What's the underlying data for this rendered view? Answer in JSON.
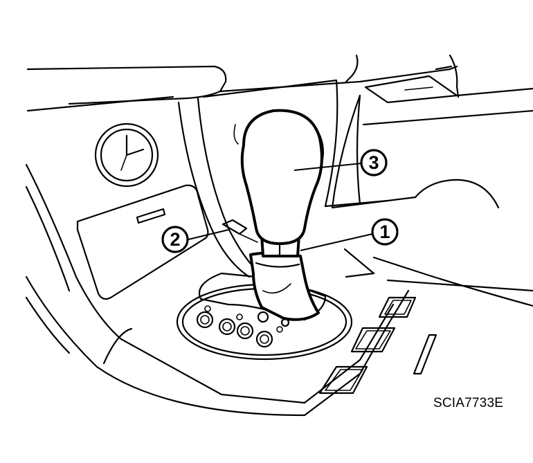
{
  "callouts": [
    {
      "id": "callout-1",
      "label": "1"
    },
    {
      "id": "callout-2",
      "label": "2"
    },
    {
      "id": "callout-3",
      "label": "3"
    }
  ],
  "figure_code": "SCIA7733E"
}
